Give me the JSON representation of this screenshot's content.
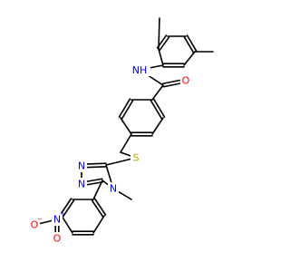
{
  "colors": {
    "bond": "#000000",
    "nitrogen": "#0000ff",
    "oxygen": "#ff0000",
    "sulfur": "#b3a300",
    "background": "#ffffff"
  },
  "atoms": {
    "amide_nh": {
      "label": "N",
      "sub": "H",
      "color": "#0000ff"
    },
    "carbonyl_o": {
      "label": "O",
      "color": "#ff0000"
    },
    "thioether_s": {
      "label": "S",
      "color": "#b3a300"
    },
    "triazole_n1": {
      "label": "N",
      "color": "#0000ff"
    },
    "triazole_n2": {
      "label": "N",
      "color": "#0000ff"
    },
    "triazole_n4": {
      "label": "N",
      "color": "#0000ff"
    },
    "nitro_n": {
      "label": "N",
      "charge": "+",
      "color": "#0000ff"
    },
    "nitro_o_minus": {
      "label": "O",
      "charge": "−",
      "color": "#ff0000"
    },
    "nitro_o": {
      "label": "O",
      "color": "#ff0000"
    }
  }
}
